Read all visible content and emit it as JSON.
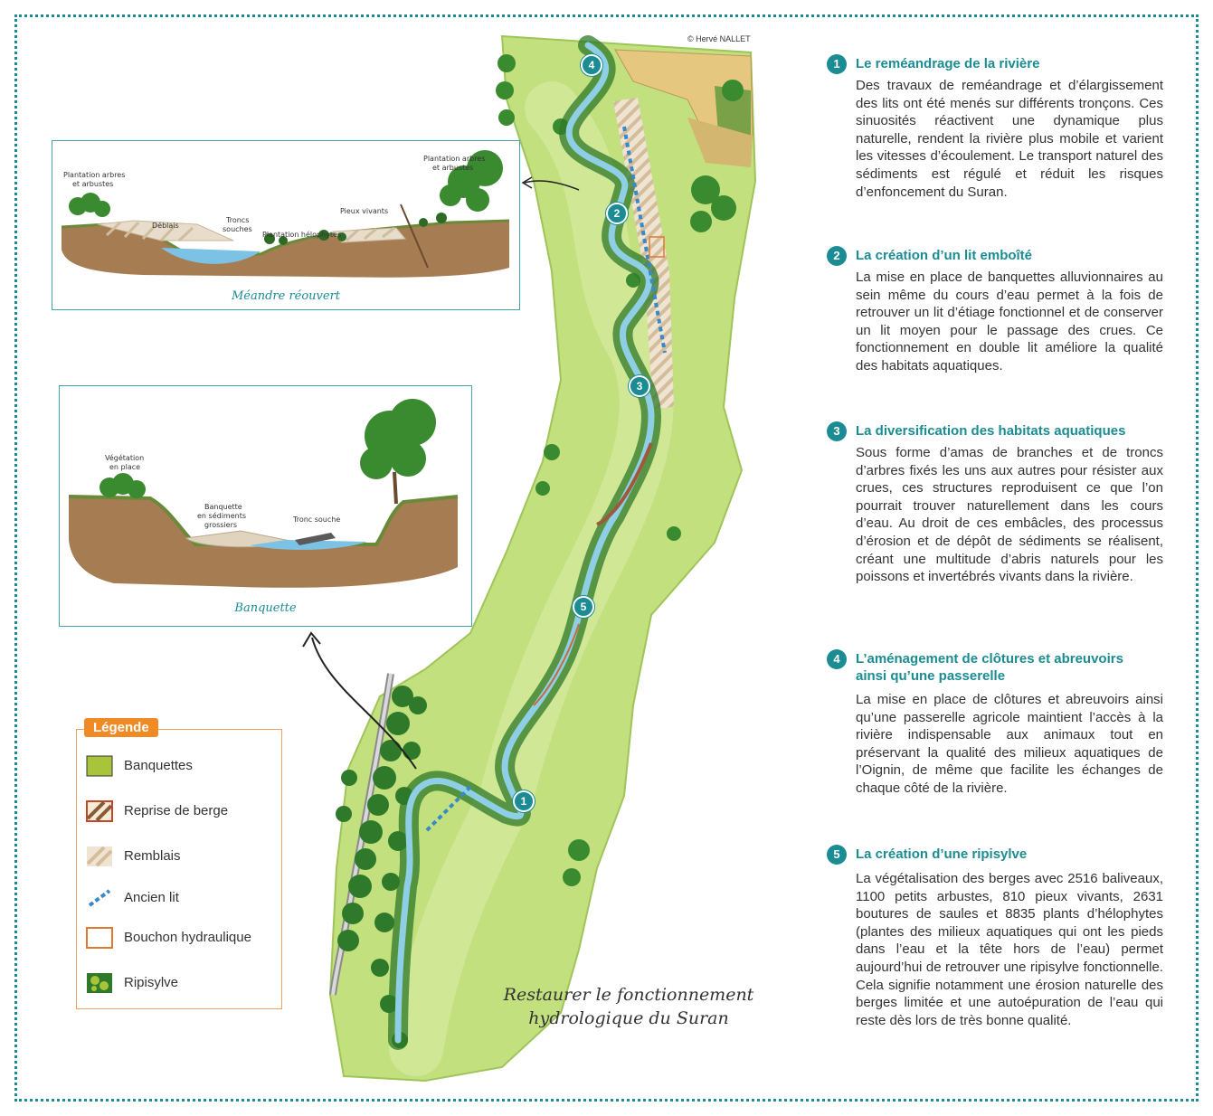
{
  "credit": "© Hervé NALLET",
  "map_title_line1": "Restaurer le fonctionnement",
  "map_title_line2": "hydrologique du Suran",
  "colors": {
    "accent": "#1b8c93",
    "legend_orange": "#f08a24",
    "meadow": "#bfdf7e",
    "forest": "#2f7a2a",
    "water": "#8fcfe6",
    "soil": "#a67c52"
  },
  "markers": [
    "1",
    "2",
    "3",
    "4",
    "5"
  ],
  "inset1": {
    "title": "Méandre réouvert",
    "labels": {
      "plant_left_1": "Plantation arbres",
      "plant_left_2": "et arbustes",
      "deblais": "Déblais",
      "troncs_1": "Troncs",
      "troncs_2": "souches",
      "helophytes": "Plantation hélophytes",
      "pieux": "Pieux vivants",
      "plant_right_1": "Plantation arbres",
      "plant_right_2": "et arbustes"
    }
  },
  "inset2": {
    "title": "Banquette",
    "labels": {
      "veg_1": "Végétation",
      "veg_2": "en place",
      "banq_1": "Banquette",
      "banq_2": "en sédiments",
      "banq_3": "grossiers",
      "tronc": "Tronc souche"
    }
  },
  "legend": {
    "title": "Légende",
    "items": [
      {
        "label": "Banquettes",
        "icon": "banquettes-swatch"
      },
      {
        "label": "Reprise de berge",
        "icon": "reprise-swatch"
      },
      {
        "label": "Remblais",
        "icon": "remblais-swatch"
      },
      {
        "label": "Ancien lit",
        "icon": "ancien-lit-swatch"
      },
      {
        "label": "Bouchon hydraulique",
        "icon": "bouchon-swatch"
      },
      {
        "label": "Ripisylve",
        "icon": "ripisylve-swatch"
      }
    ]
  },
  "sections": [
    {
      "num": "1",
      "title": "Le reméandrage de la rivière",
      "body": "Des travaux de reméandrage et d’élargissement des lits ont été menés sur différents tronçons. Ces sinuosités réactivent une dynamique plus naturelle, rendent la rivière plus mobile et varient les vitesses d’écoulement. Le transport naturel des sédiments est régulé et réduit les risques d’enfoncement du Suran."
    },
    {
      "num": "2",
      "title": "La création d’un lit emboîté",
      "body": "La mise en place de banquettes alluvionnaires au sein même du cours d’eau permet à la fois de retrouver un lit d’étiage fonctionnel et de conserver un lit moyen pour le passage des crues. Ce fonctionnement en double lit améliore la qualité des habitats aquatiques."
    },
    {
      "num": "3",
      "title": "La diversification des habitats aquatiques",
      "body": "Sous forme d’amas de branches et de troncs d’arbres fixés les uns aux autres pour résister aux crues, ces structures reproduisent ce que l’on pourrait trouver naturellement dans les cours d’eau. Au droit de ces embâcles, des processus d’érosion et de dépôt de sédiments se réalisent, créant une multitude d’abris naturels pour les poissons et invertébrés vivants dans la rivière."
    },
    {
      "num": "4",
      "title": "L’aménagement de clôtures et abreuvoirs ainsi qu’une passerelle",
      "body": "La mise en place de clôtures et abreuvoirs ainsi qu’une passerelle agricole maintient l’accès à la rivière indispensable aux animaux tout en préservant la qualité des milieux aquatiques de l’Oignin, de même que facilite les échanges de chaque côté de la rivière."
    },
    {
      "num": "5",
      "title": "La création d’une ripisylve",
      "body": "La végétalisation des berges avec 2516 baliveaux, 1100 petits arbustes, 810 pieux vivants, 2631 boutures de saules et 8835 plants d’hélophytes (plantes des milieux aquatiques qui ont les pieds dans l’eau et la tête hors de l’eau) permet aujourd’hui de retrouver une ripisylve fonctionnelle. Cela signifie notamment une érosion naturelle des berges limitée et une autoépuration de l’eau qui reste dès lors de très bonne qualité."
    }
  ]
}
